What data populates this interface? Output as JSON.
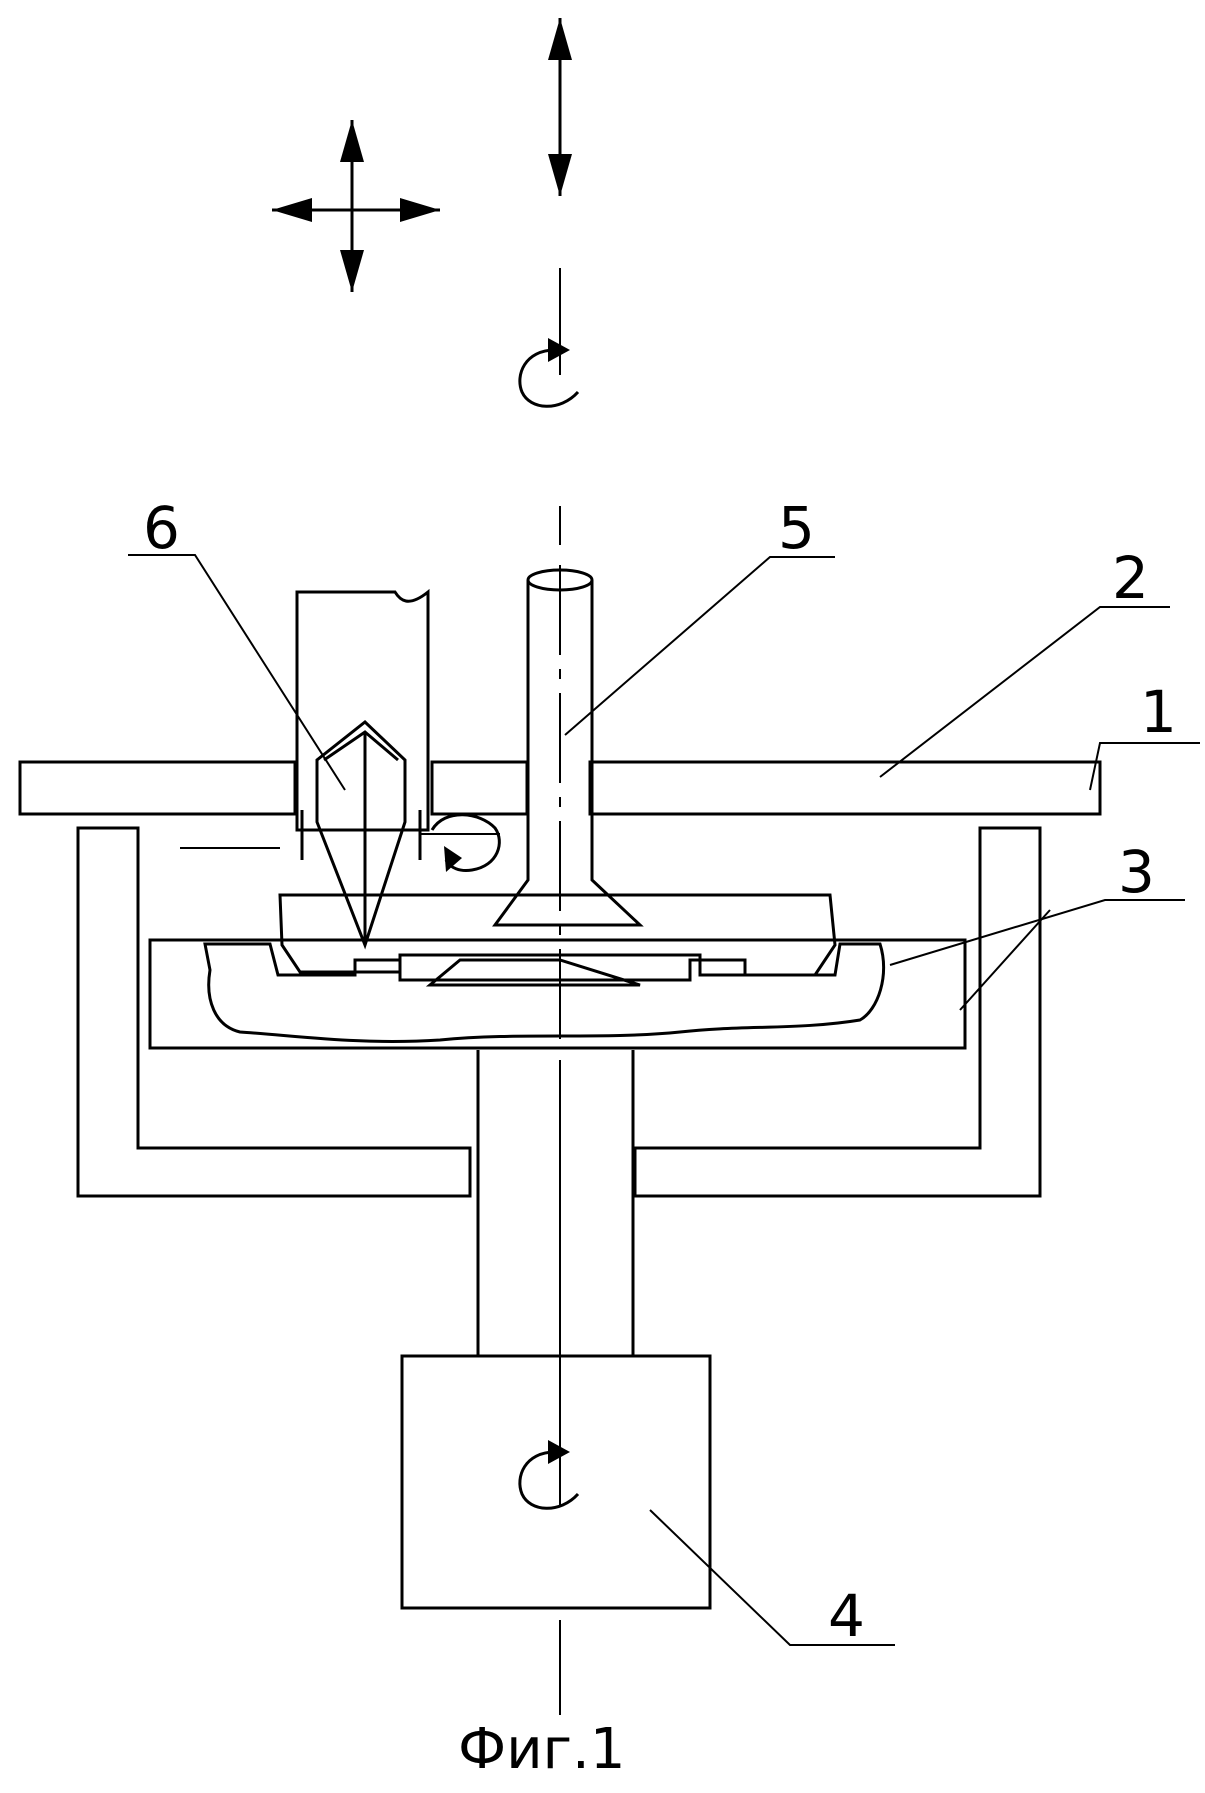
{
  "figure": {
    "caption": "Фиг.1",
    "labels": {
      "l1": "1",
      "l2": "2",
      "l3": "3",
      "l4": "4",
      "l5": "5",
      "l6": "6"
    },
    "colors": {
      "ink": "#000000",
      "paper": "#ffffff"
    }
  }
}
